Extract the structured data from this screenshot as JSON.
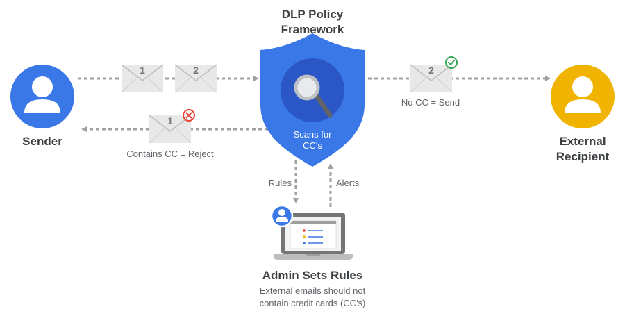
{
  "title": {
    "line1": "DLP Policy",
    "line2": "Framework"
  },
  "shield": {
    "line1": "Scans for",
    "line2": "CC's"
  },
  "sender": {
    "label": "Sender"
  },
  "recipient": {
    "line1": "External",
    "line2": "Recipient"
  },
  "envelopes": {
    "first": "1",
    "second": "2",
    "sent": "2",
    "rejected": "1"
  },
  "flows": {
    "send": "No CC = Send",
    "reject": "Contains CC = Reject",
    "rules": "Rules",
    "alerts": "Alerts"
  },
  "admin": {
    "title": "Admin Sets Rules",
    "line1": "External emails should not",
    "line2": "contain credit cards (CC's)"
  },
  "colors": {
    "blue": "#3b78e7",
    "dark_blue": "#2a56c6",
    "yellow": "#f0b400",
    "arrow_gray": "#9e9e9e",
    "envelope": "#e8e8e8",
    "green": "#34a853",
    "red": "#ea4335"
  }
}
